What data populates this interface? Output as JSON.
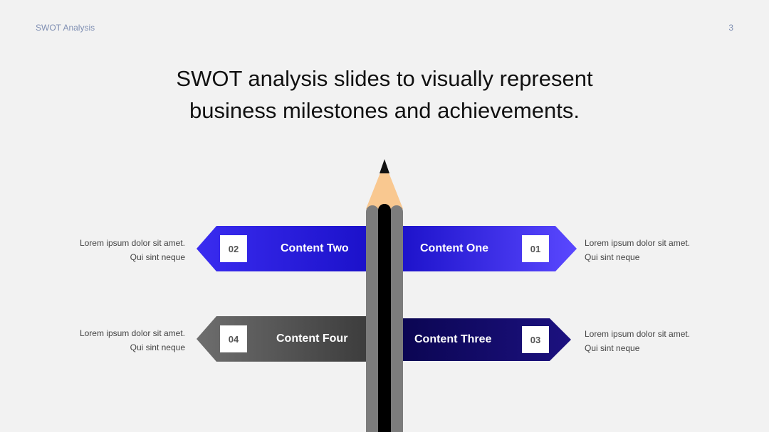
{
  "header": {
    "section_label": "SWOT Analysis",
    "page_number": "3"
  },
  "title": {
    "line1": "SWOT analysis slides to visually represent",
    "line2": "business milestones and achievements."
  },
  "items": {
    "one": {
      "number": "01",
      "label": "Content One",
      "desc_line1": "Lorem ipsum dolor sit amet.",
      "desc_line2": "Qui sint neque"
    },
    "two": {
      "number": "02",
      "label": "Content Two",
      "desc_line1": "Lorem ipsum dolor sit amet.",
      "desc_line2": "Qui sint neque"
    },
    "three": {
      "number": "03",
      "label": "Content Three",
      "desc_line1": "Lorem ipsum dolor sit amet.",
      "desc_line2": "Qui sint neque"
    },
    "four": {
      "number": "04",
      "label": "Content Four",
      "desc_line1": "Lorem ipsum dolor sit amet.",
      "desc_line2": "Qui sint neque"
    }
  },
  "colors": {
    "blue_dark": "#1a10d0",
    "blue_light": "#5a48ff",
    "navy": "#0a0550",
    "gray_dark": "#3a3a3a",
    "gray_light": "#6e6e6e",
    "pencil_body": "#808080",
    "pencil_wood": "#f9c890"
  },
  "icons": {
    "pencil": "pencil-icon"
  }
}
